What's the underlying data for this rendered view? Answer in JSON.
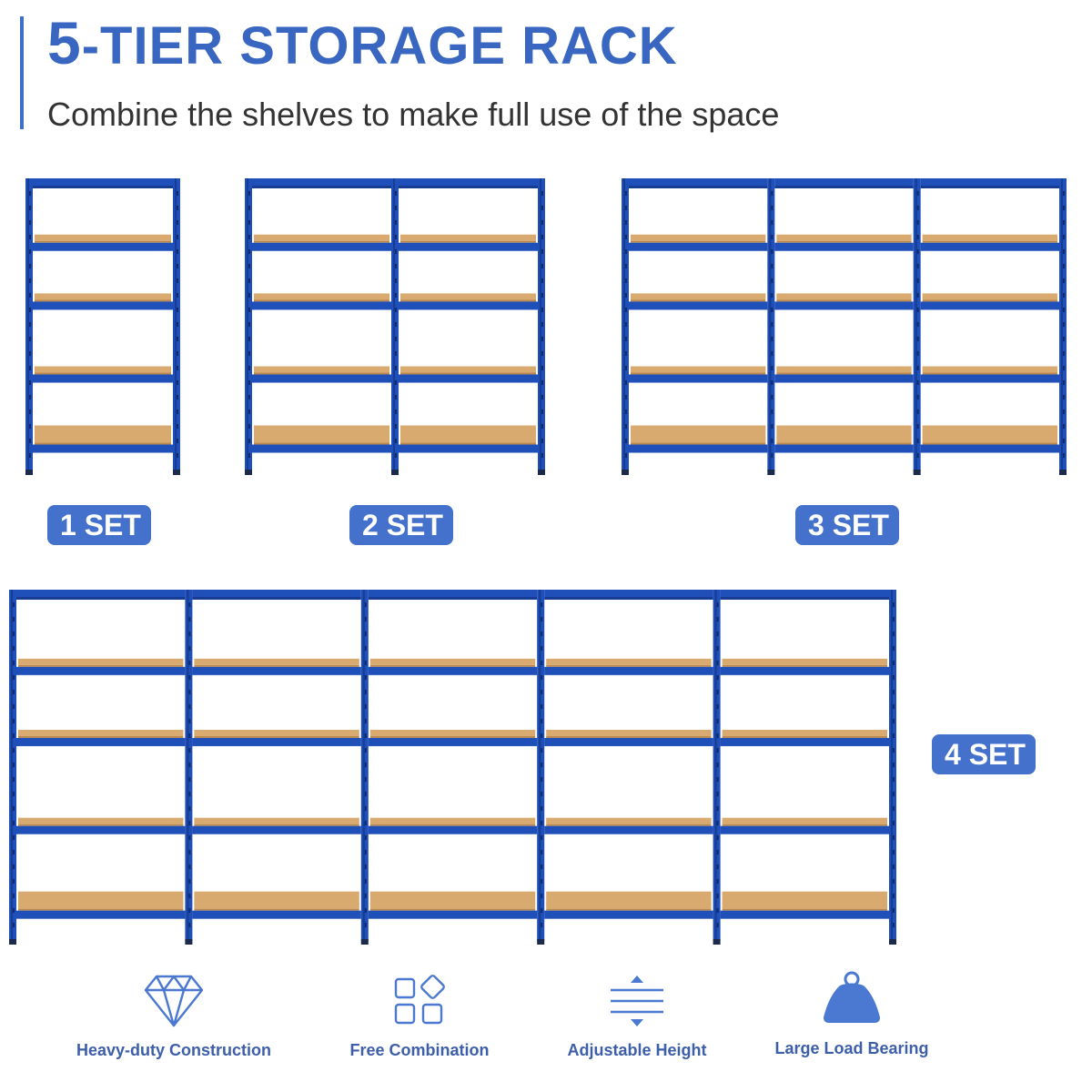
{
  "header": {
    "title_prefix": "5",
    "title_rest": "-TIER STORAGE RACK",
    "subtitle": "Combine the shelves to make full use of the space"
  },
  "sets": [
    {
      "label": "1 SET",
      "units": 1
    },
    {
      "label": "2 SET",
      "units": 2
    },
    {
      "label": "3 SET",
      "units": 3
    },
    {
      "label": "4 SET",
      "units": 5
    }
  ],
  "features": [
    {
      "icon": "diamond-icon",
      "label": "Heavy-duty Construction"
    },
    {
      "icon": "grid-blocks-icon",
      "label": "Free Combination"
    },
    {
      "icon": "adjust-height-icon",
      "label": "Adjustable Height"
    },
    {
      "icon": "weight-icon",
      "label": "Large Load Bearing"
    }
  ],
  "colors": {
    "accent": "#3966c0",
    "badge": "#4471cc",
    "frame": "#1f4fb8",
    "frame_dark": "#163d93",
    "board": "#d9aa70",
    "board_dark": "#b9884f",
    "icon": "#4b78d0"
  }
}
